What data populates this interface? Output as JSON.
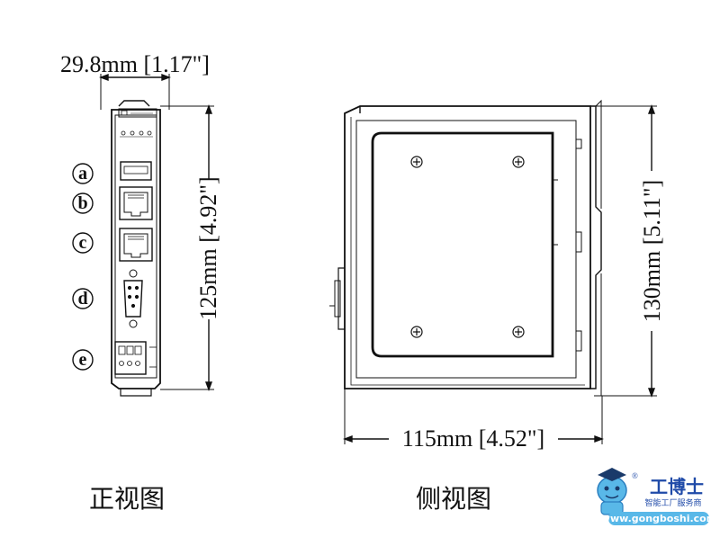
{
  "dimensions": {
    "front_width": "29.8mm [1.17\"]",
    "front_height": "125mm [4.92\"]",
    "side_height": "130mm [5.11\"]",
    "side_width": "115mm [4.52\"]"
  },
  "port_labels": [
    "a",
    "b",
    "c",
    "d",
    "e"
  ],
  "captions": {
    "front_view": "正视图",
    "side_view": "侧视图"
  },
  "watermark": {
    "brand": "工博士",
    "subtitle": "智能工厂服务商",
    "url": "www.gongboshi.com",
    "registered": "®"
  },
  "colors": {
    "line": "#111111",
    "watermark_blue": "#1f4aa8",
    "watermark_light": "#59b8e8"
  }
}
